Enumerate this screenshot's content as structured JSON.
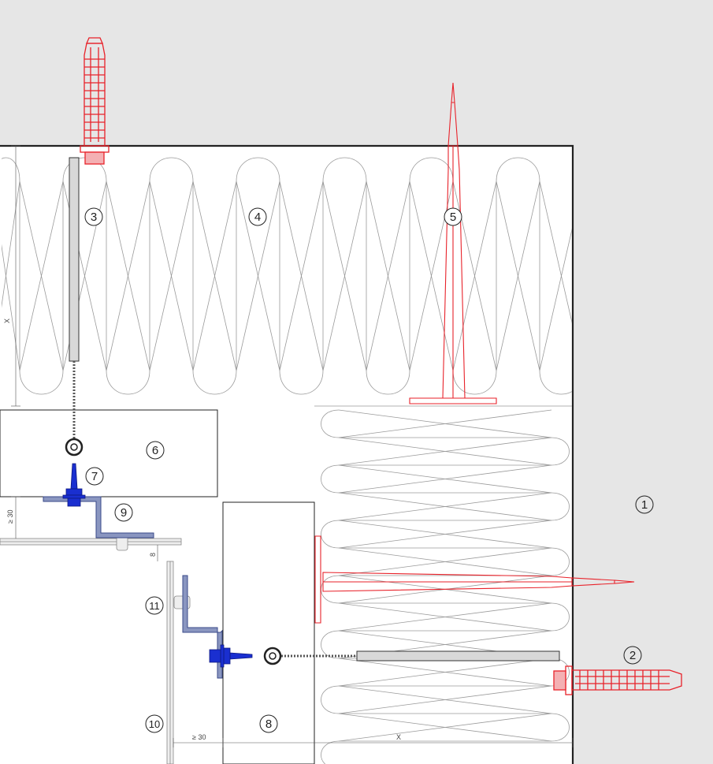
{
  "callouts": [
    {
      "label": "1"
    },
    {
      "label": "2"
    },
    {
      "label": "3"
    },
    {
      "label": "4"
    },
    {
      "label": "5"
    },
    {
      "label": "6"
    },
    {
      "label": "7"
    },
    {
      "label": "8"
    },
    {
      "label": "9"
    },
    {
      "label": "10"
    },
    {
      "label": "11"
    }
  ],
  "dimensions": {
    "x_vertical": "X",
    "x_horizontal": "X",
    "min30_left": "≥ 30",
    "min30_bottom": "≥ 30",
    "gap8": "8"
  },
  "colors": {
    "background": "#e6e6e6",
    "insulation_line": "#9a9a9a",
    "anchor_red": "#e8222a",
    "screw_blue": "#1a2fd0",
    "bracket_blue": "#3a4a8a",
    "structure": "#222222"
  }
}
